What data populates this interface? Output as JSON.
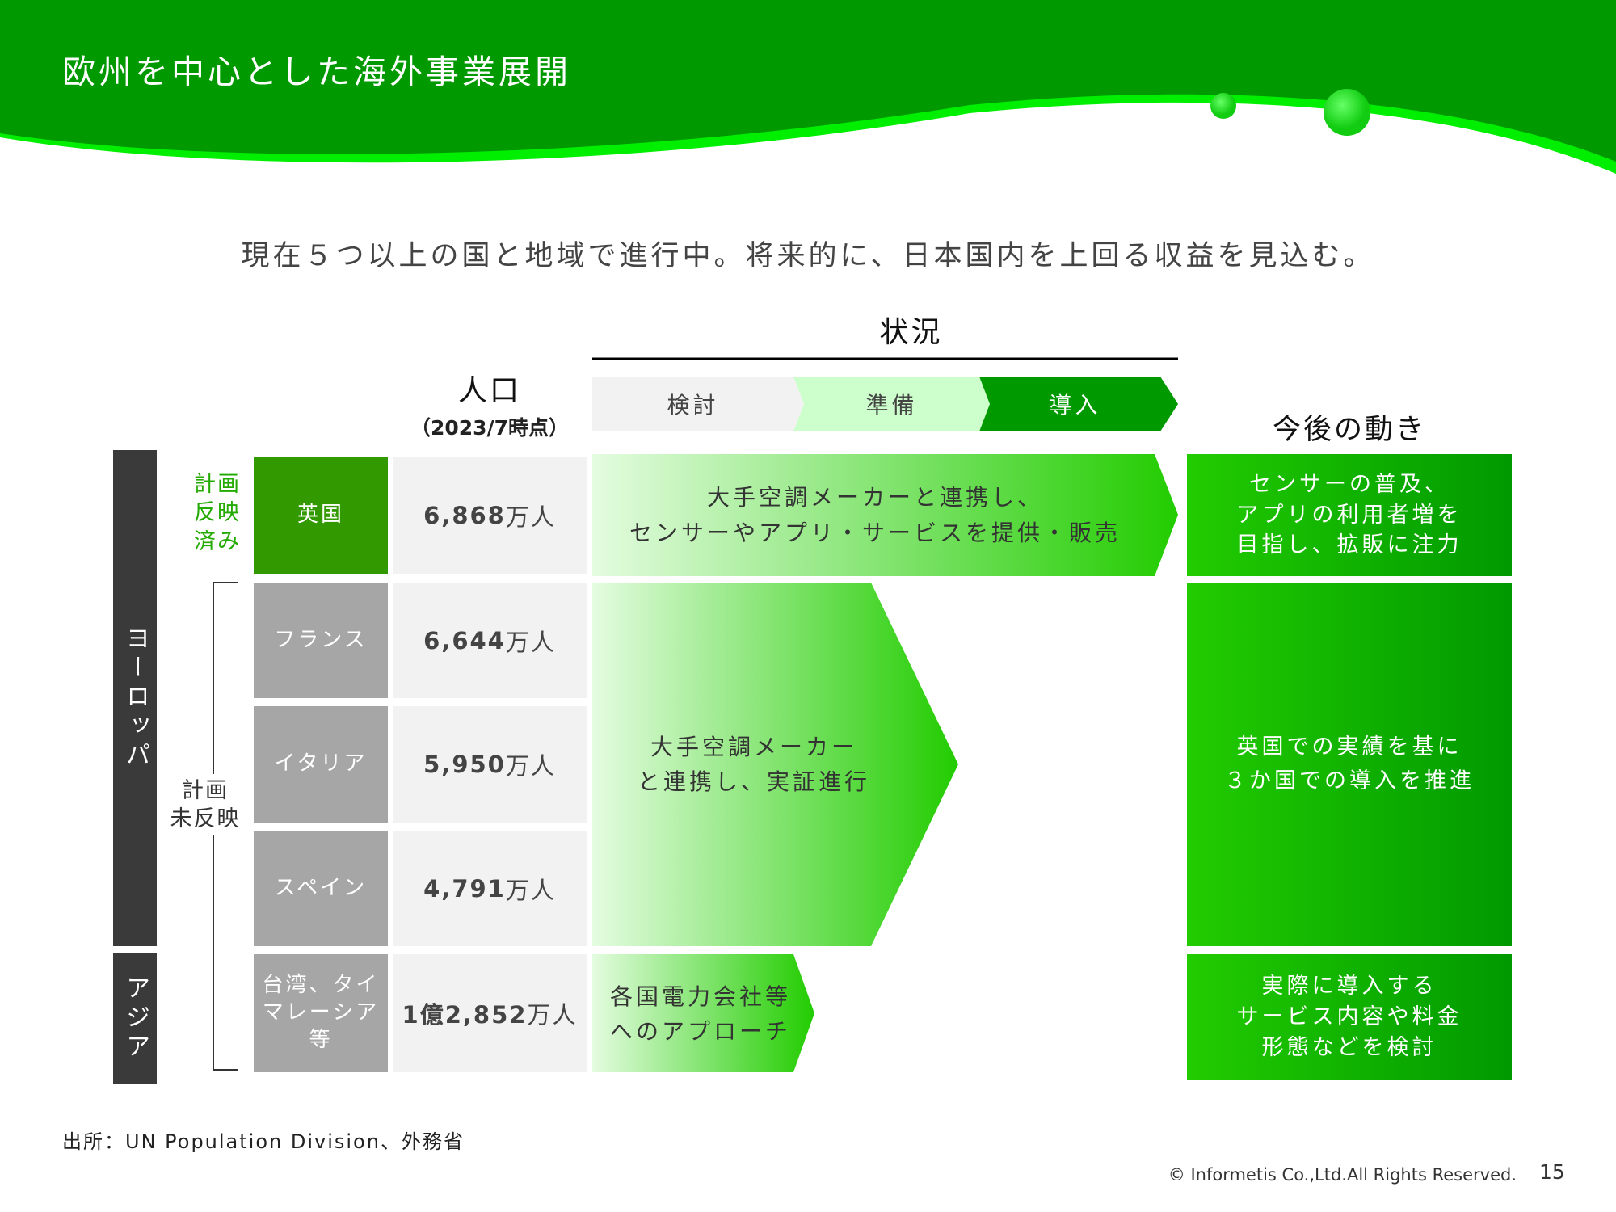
{
  "header": {
    "title": "欧州を中心とした海外事業展開"
  },
  "subtitle": "現在５つ以上の国と地域で進行中。将来的に、日本国内を上回る収益を見込む。",
  "columns": {
    "status": "状況",
    "population": "人口",
    "population_note": "（2023/7時点）",
    "future": "今後の動き"
  },
  "stages": [
    "検討",
    "準備",
    "導入"
  ],
  "regions": {
    "europe": "ヨーロッパ",
    "asia": "アジア"
  },
  "groups": {
    "reflected": "計画\n反映\n済み",
    "not_reflected": "計画\n未反映"
  },
  "rows": [
    {
      "country": "英国",
      "population": "6,868",
      "unit": "万人"
    },
    {
      "country": "フランス",
      "population": "6,644",
      "unit": "万人"
    },
    {
      "country": "イタリア",
      "population": "5,950",
      "unit": "万人"
    },
    {
      "country": "スペイン",
      "population": "4,791",
      "unit": "万人"
    },
    {
      "country": "台湾、タイ\nマレーシア\n等",
      "population": "1億2,852",
      "unit": "万人"
    }
  ],
  "status_items": [
    "大手空調メーカーと連携し、\nセンサーやアプリ・サービスを提供・販売",
    "大手空調メーカー\nと連携し、実証進行",
    "各国電力会社等\nへのアプローチ"
  ],
  "future_items": [
    "センサーの普及、\nアプリの利用者増を\n目指し、拡販に注力",
    "英国での実績を基に\n３か国での導入を推進",
    "実際に導入する\nサービス内容や料金\n形態などを検討"
  ],
  "footer": {
    "source": "出所：UN Population Division、外務省",
    "copyright": "© Informetis Co.,Ltd.All Rights Reserved.",
    "page": "15"
  },
  "colors": {
    "brand": "#009900",
    "light": "#22cc00",
    "dark": "#3a3a3a",
    "gray": "#a6a6a6",
    "cell": "#f2f2f2"
  }
}
